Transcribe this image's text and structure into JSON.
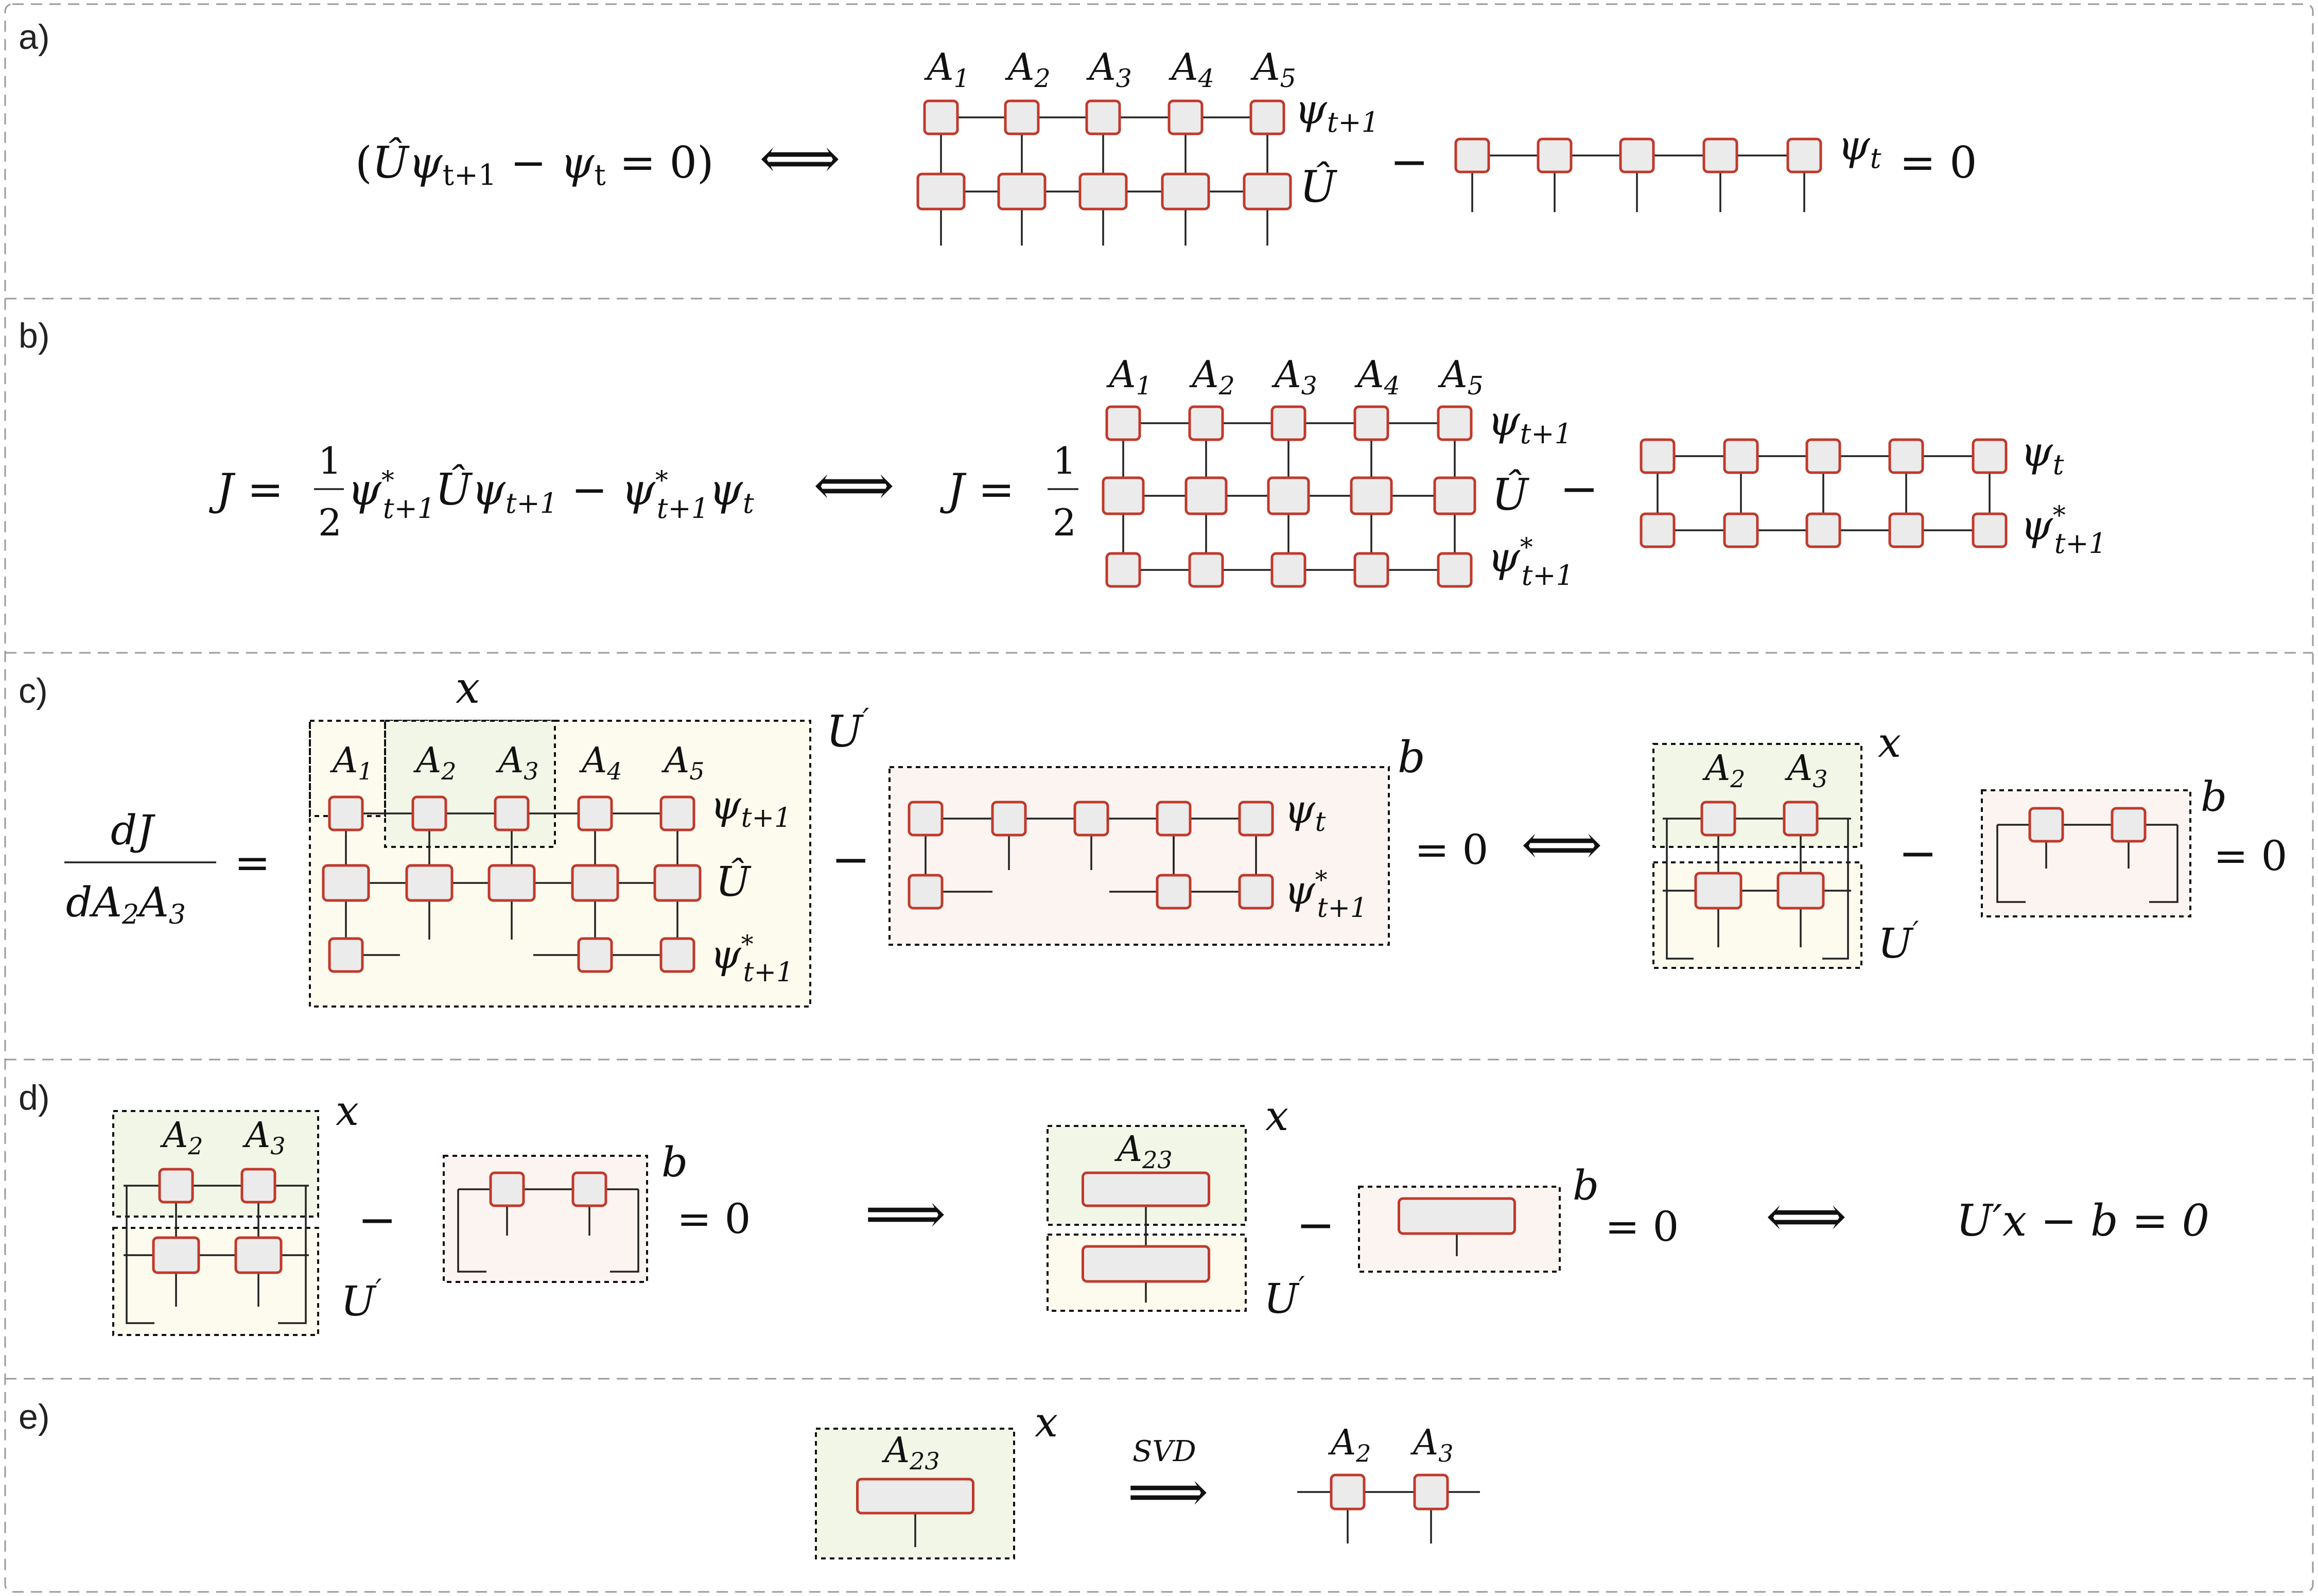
{
  "panels": [
    "a)",
    "b)",
    "c)",
    "d)",
    "e)"
  ],
  "colors": {
    "node_fill": "#ebebeb",
    "node_stroke": "#c0392b",
    "green_box": "#f1f6e6",
    "yellow_box": "#fdfbee",
    "pink_box": "#fbf4f1"
  },
  "sites": [
    "A1",
    "A2",
    "A3",
    "A4",
    "A5"
  ],
  "a": {
    "lhs": {
      "open": "(",
      "op": "Û",
      "psi1": "ψ",
      "sub1": "t+1",
      "minus": " − ",
      "psi2": "ψ",
      "sub2": "t",
      "rest": " = 0)"
    },
    "psi_t1": "t+1",
    "U": "Û",
    "psi_t": "t",
    "eq0": "= 0"
  },
  "b": {
    "J": "J =",
    "half_num": "1",
    "half_den": "2",
    "star": "*",
    "sub": "t+1",
    "subt": "t",
    "U": "Û",
    "minus": " − "
  },
  "c": {
    "dJ": "dJ",
    "dA": "dA",
    "sub2": "2",
    "A3": "A",
    "sub3": "3",
    "eq": "=",
    "x": "x",
    "U": "U",
    "prime": "′",
    "b": "b",
    "eq0": "= 0"
  },
  "d": {
    "x": "x",
    "b": "b",
    "U": "U",
    "prime": "′",
    "eq0": "= 0",
    "A23": "A",
    "A23sub": "23",
    "final": "U′x − b = 0"
  },
  "e": {
    "A23": "A",
    "A23sub": "23",
    "x": "x",
    "svd": "SVD",
    "A": "A",
    "sub2": "2",
    "sub3": "3"
  },
  "ops": {
    "iff": "⟺",
    "implies": "⟹",
    "minus": "−"
  }
}
